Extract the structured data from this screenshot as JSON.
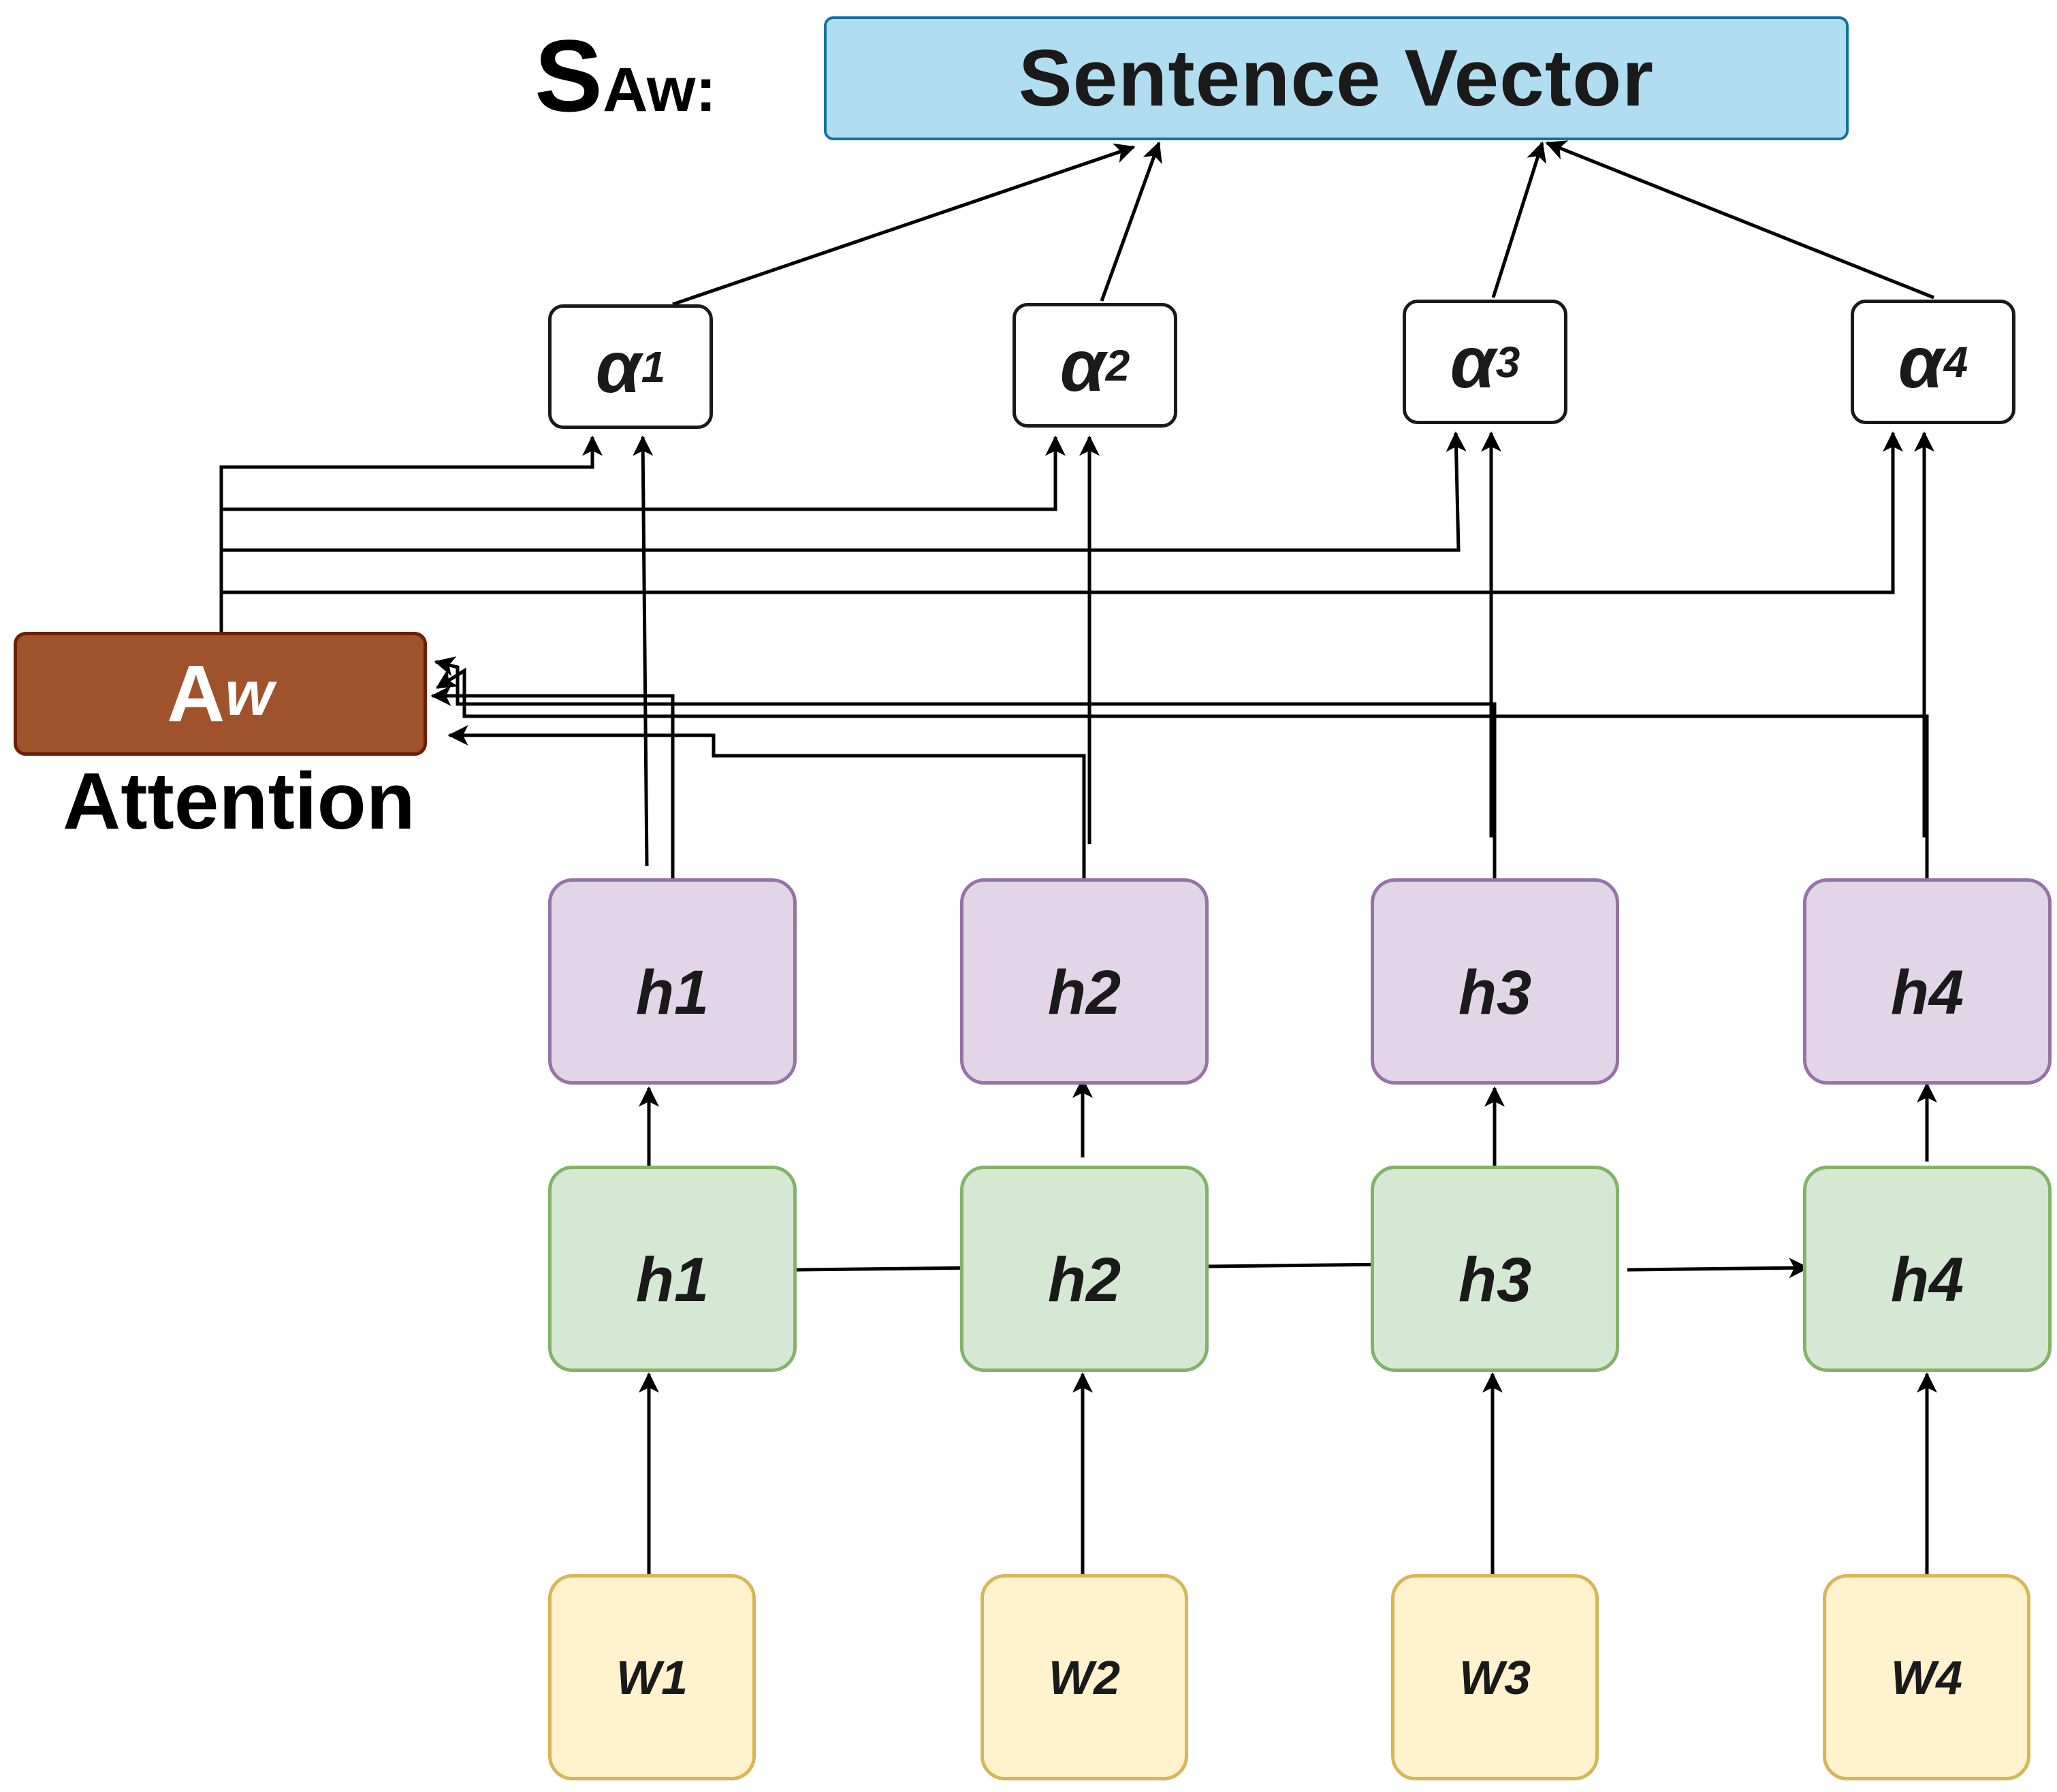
{
  "title": {
    "main": "S",
    "sub": "Aw:"
  },
  "sentence_vector": "Sentence Vector",
  "attention": {
    "main": "A",
    "sub": "w",
    "caption": "Attention"
  },
  "alphas": [
    {
      "symbol": "α",
      "index": "1"
    },
    {
      "symbol": "α",
      "index": "2"
    },
    {
      "symbol": "α",
      "index": "3"
    },
    {
      "symbol": "α",
      "index": "4"
    }
  ],
  "backward_states": [
    "h1",
    "h2",
    "h3",
    "h4"
  ],
  "forward_states": [
    "h1",
    "h2",
    "h3",
    "h4"
  ],
  "words": [
    "W1",
    "W2",
    "W3",
    "W4"
  ],
  "colors": {
    "sentence_vector_fill": "#b1ddf0",
    "attention_fill": "#a0522d",
    "backward_fill": "#e1d5e7",
    "forward_fill": "#d5e8d4",
    "word_fill": "#fff2cc"
  }
}
